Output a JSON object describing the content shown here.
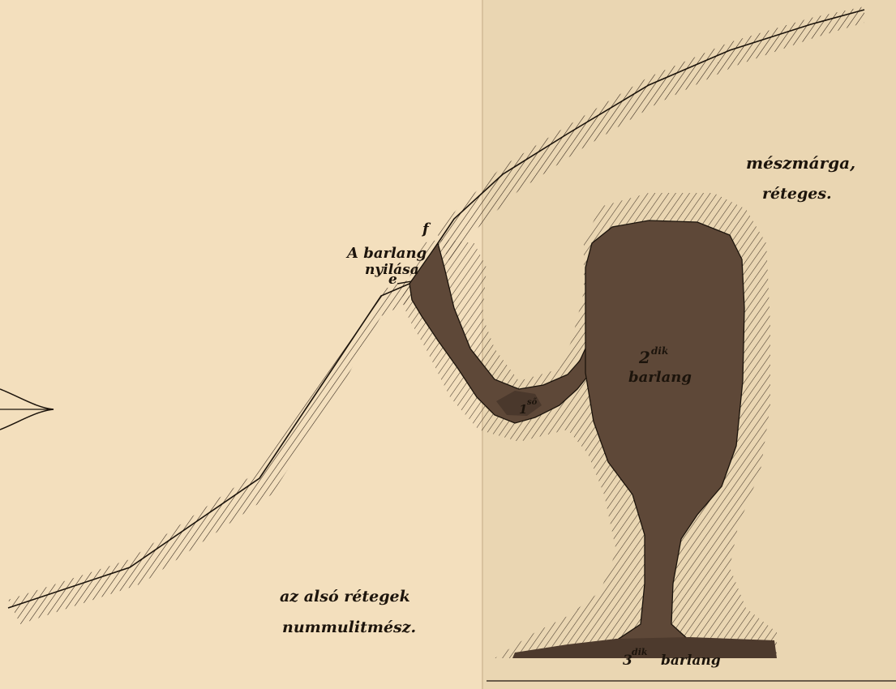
{
  "labels": {
    "limestone_line1": "mészmárga,",
    "limestone_line2": "réteges.",
    "entrance_f": "f",
    "entrance_line1": "A barlang",
    "entrance_line2": "nyilása",
    "entrance_e": "e",
    "cave1_num": "1",
    "cave1_sup": "ső",
    "cave2_num": "2",
    "cave2_sup": "dik",
    "cave2_word": "barlang",
    "lower_line1": "az alsó rétegek",
    "lower_line2": "nummulitmész.",
    "cave3_num": "3",
    "cave3_sup": "dik",
    "cave3_word": "barlang"
  },
  "colors": {
    "paper": "#f3dfbd",
    "paper_right": "#ead6b2",
    "ink": "#1c140c",
    "cave_fill": "#5e4838",
    "hatch": "#2a1e14"
  }
}
